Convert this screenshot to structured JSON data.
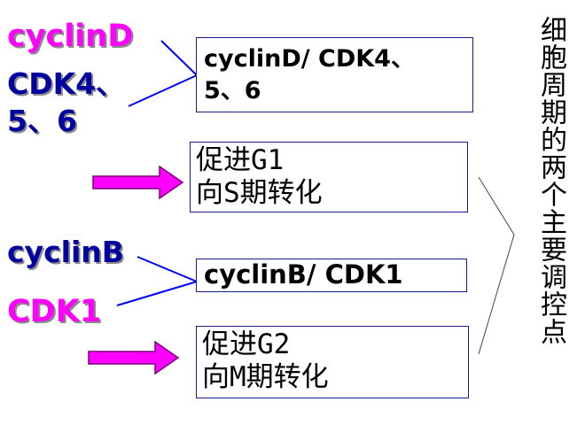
{
  "left_labels": {
    "cyclin_d": "cyclinD",
    "cdk4_line1": "CDK4、",
    "cdk4_line2": "5、6",
    "cyclin_b": "cyclinB",
    "cdk1": "CDK1"
  },
  "boxes": {
    "complex_d_line1": "cyclinD/ CDK4、",
    "complex_d_line2": "5、6",
    "g1_line1": "促进G1",
    "g1_line2": "向S期转化",
    "complex_b": "cyclinB/ CDK1",
    "g2_line1": "促进G2",
    "g2_line2": "向M期转化"
  },
  "vertical_title": "细胞周期的两个主要调控点",
  "colors": {
    "magenta": "#ff00ff",
    "navy": "#0000a0",
    "connector_blue": "#0000ff",
    "box_border": "#1a1a8c"
  }
}
